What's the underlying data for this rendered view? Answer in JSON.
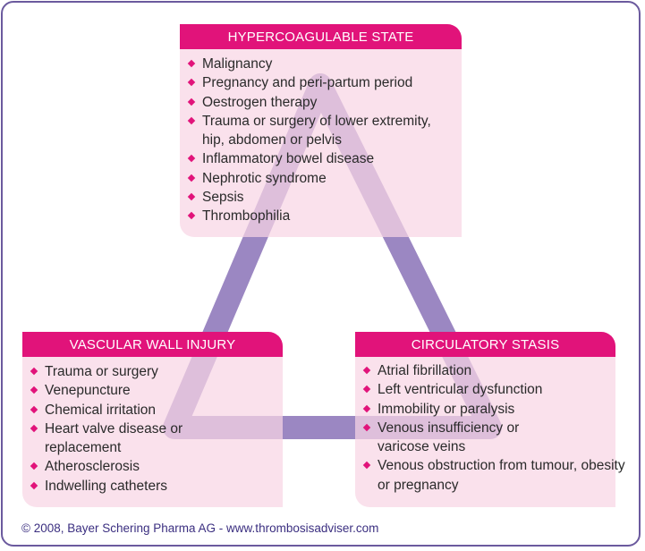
{
  "colors": {
    "accent_pink": "#e1137a",
    "box_fill": "#f8d6e5",
    "triangle_purple": "#9b87c2",
    "frame_border": "#6b5a9e",
    "footer_text": "#3b2f80"
  },
  "boxes": {
    "hypercoagulable": {
      "title": "HYPERCOAGULABLE STATE",
      "items": [
        "Malignancy",
        "Pregnancy and peri-partum period",
        "Oestrogen therapy",
        "Trauma or surgery of lower extremity, hip, abdomen or pelvis",
        "Inflammatory bowel disease",
        "Nephrotic syndrome",
        "Sepsis",
        "Thrombophilia"
      ]
    },
    "vascular": {
      "title": "VASCULAR WALL INJURY",
      "items": [
        "Trauma or surgery",
        "Venepuncture",
        "Chemical irritation",
        "Heart valve disease or replacement",
        "Atherosclerosis",
        "Indwelling catheters"
      ]
    },
    "stasis": {
      "title": "CIRCULATORY STASIS",
      "items": [
        "Atrial fibrillation",
        "Left ventricular dysfunction",
        "Immobility or paralysis",
        "Venous insufficiency or varicose veins",
        "Venous obstruction from tumour, obesity or pregnancy"
      ]
    }
  },
  "footer": {
    "text": "© 2008, Bayer Schering Pharma AG - www.thrombosisadviser.com"
  }
}
